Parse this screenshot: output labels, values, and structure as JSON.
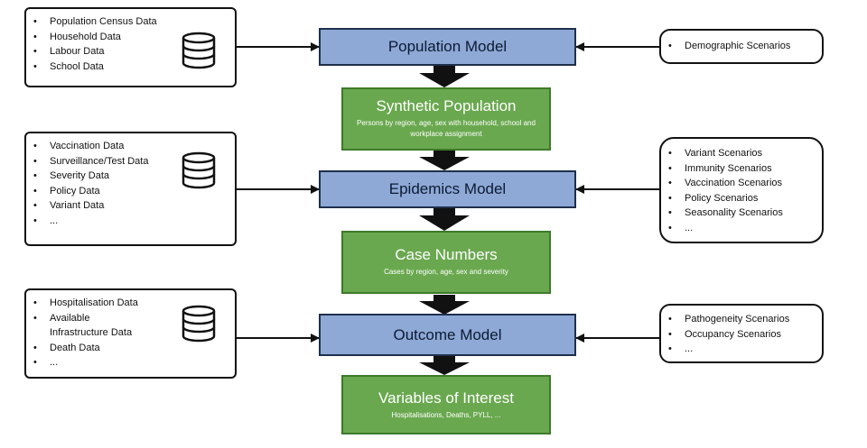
{
  "models": {
    "population": "Population Model",
    "epidemics": "Epidemics Model",
    "outcome": "Outcome Model"
  },
  "outputs": {
    "synthetic": {
      "title": "Synthetic Population",
      "subtitle": "Persons by region, age, sex with household, school and workplace assignment"
    },
    "cases": {
      "title": "Case Numbers",
      "subtitle": "Cases by region, age, sex and severity"
    },
    "variables": {
      "title": "Variables of Interest",
      "subtitle": "Hospitalisations, Deaths, PYLL, ..."
    }
  },
  "data_inputs": {
    "population": [
      "Population Census Data",
      "Household Data",
      "Labour Data",
      "School Data"
    ],
    "epidemics": [
      "Vaccination Data",
      "Surveillance/Test Data",
      "Severity Data",
      "Policy Data",
      "Variant Data",
      "..."
    ],
    "outcome": [
      "Hospitalisation Data",
      "Available",
      "Infrastructure Data",
      "Death Data",
      "..."
    ]
  },
  "scenario_inputs": {
    "population": [
      "Demographic Scenarios"
    ],
    "epidemics": [
      "Variant Scenarios",
      "Immunity Scenarios",
      "Vaccination Scenarios",
      "Policy Scenarios",
      "Seasonality Scenarios",
      "..."
    ],
    "outcome": [
      "Pathogeneity Scenarios",
      "Occupancy Scenarios",
      "..."
    ]
  },
  "icons": {
    "database": "database-icon",
    "arrow_right": "arrow-right-icon",
    "arrow_left": "arrow-left-icon",
    "arrow_down": "arrow-down-icon"
  },
  "colors": {
    "model_fill": "#8ea9d6",
    "output_fill": "#6aa84f",
    "border": "#111111"
  }
}
